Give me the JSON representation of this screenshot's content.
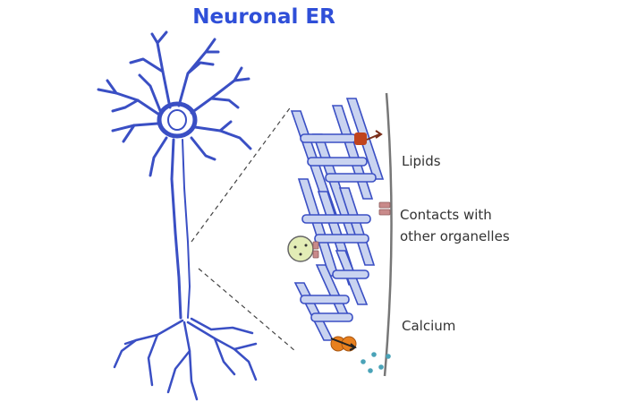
{
  "title": "Neuronal ER",
  "labels": {
    "lipids": "Lipids",
    "contacts_line1": "Contacts with",
    "contacts_line2": "other organelles",
    "calcium": "Calcium"
  },
  "colors": {
    "title": "#2F4FD8",
    "neuron": "#3A4FC4",
    "er_fill": "#C9D3F0",
    "er_stroke": "#3A4FC4",
    "lipid": "#C0441E",
    "contact": "#C98A8A",
    "organelle": "#E3EDB6",
    "calcium_channel": "#E8801E",
    "calcium_ion": "#4AA3B8"
  }
}
